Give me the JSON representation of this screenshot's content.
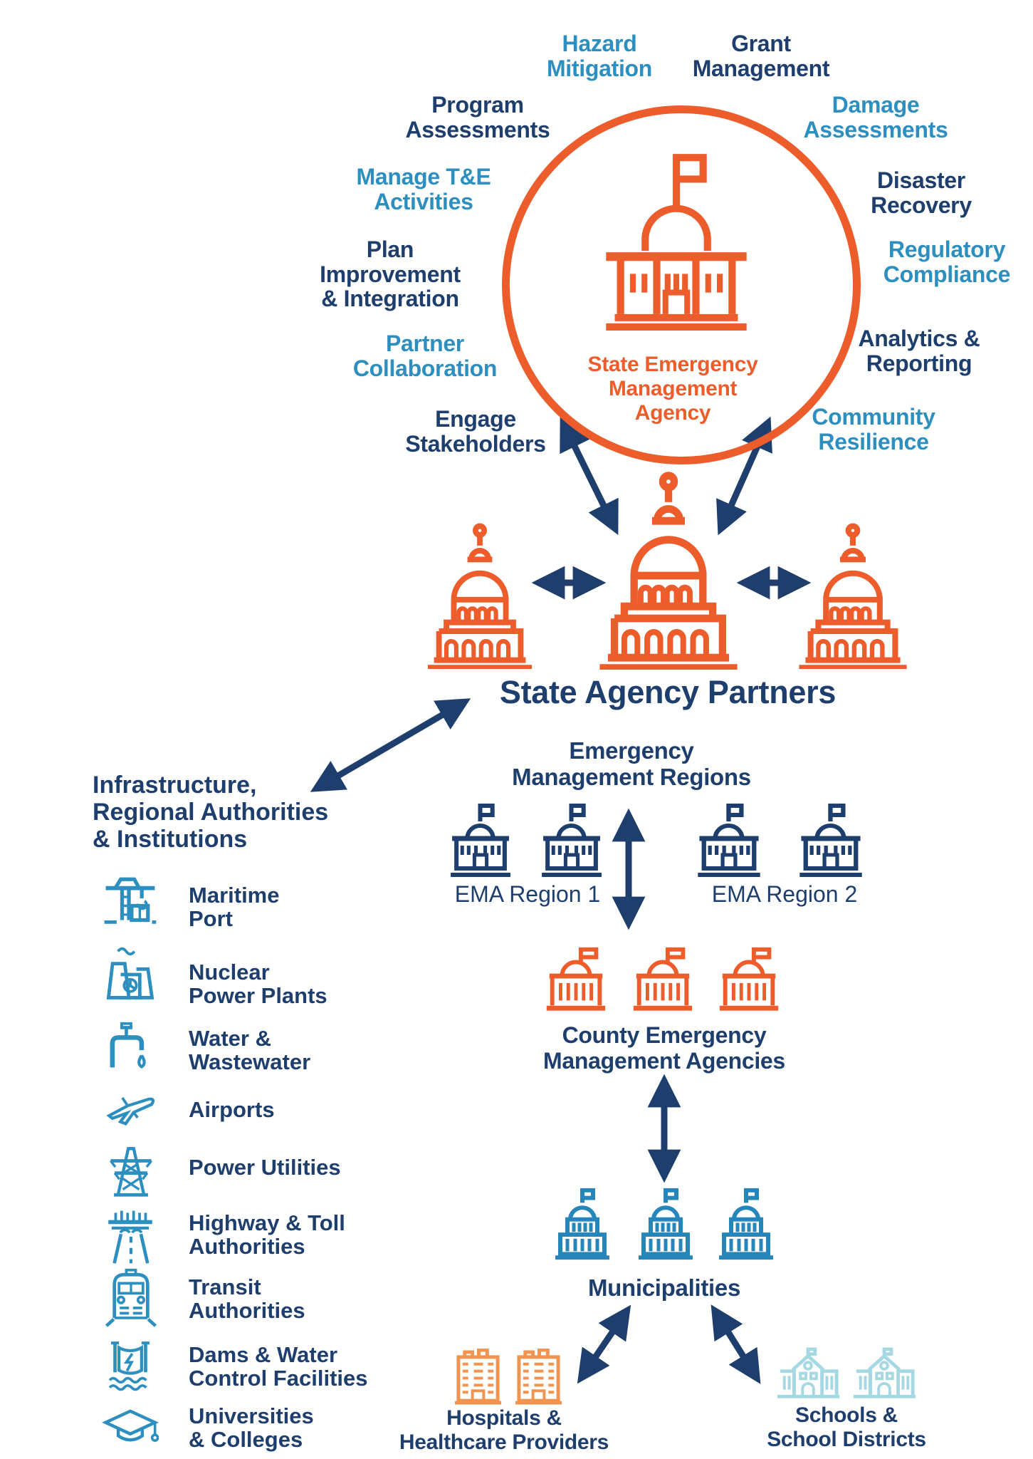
{
  "colors": {
    "orange": "#ED5C2B",
    "navy": "#1E3E6E",
    "blue": "#2D8FBF",
    "municipal_blue": "#2786B9",
    "pale_blue": "#A6D8E4"
  },
  "center": {
    "agency_label": "State Emergency\nManagement\nAgency",
    "icon": "capitol-building-icon"
  },
  "functions": [
    {
      "label": "Program\nAssessments",
      "tone": "navy"
    },
    {
      "label": "Hazard\nMitigation",
      "tone": "blue"
    },
    {
      "label": "Grant\nManagement",
      "tone": "navy"
    },
    {
      "label": "Damage\nAssessments",
      "tone": "blue"
    },
    {
      "label": "Manage T&E\nActivities",
      "tone": "blue"
    },
    {
      "label": "Disaster\nRecovery",
      "tone": "navy"
    },
    {
      "label": "Plan\nImprovement\n& Integration",
      "tone": "navy"
    },
    {
      "label": "Regulatory\nCompliance",
      "tone": "blue"
    },
    {
      "label": "Partner\nCollaboration",
      "tone": "blue"
    },
    {
      "label": "Analytics &\nReporting",
      "tone": "navy"
    },
    {
      "label": "Engage\nStakeholders",
      "tone": "navy"
    },
    {
      "label": "Community\nResilience",
      "tone": "blue"
    }
  ],
  "partners": {
    "title": "State Agency Partners",
    "icon": "capitol-dome-icon"
  },
  "regions": {
    "title": "Emergency\nManagement Regions",
    "region1_label": "EMA Region 1",
    "region2_label": "EMA Region 2",
    "icon": "government-building-icon"
  },
  "county": {
    "label": "County Emergency\nManagement Agencies",
    "icon": "county-capitol-icon"
  },
  "municipalities": {
    "label": "Municipalities",
    "icon": "municipal-building-icon"
  },
  "hospitals": {
    "label": "Hospitals &\nHealthcare Providers",
    "icon": "hospital-building-icon"
  },
  "schools": {
    "label": "Schools &\nSchool Districts",
    "icon": "school-building-icon"
  },
  "infrastructure": {
    "title": "Infrastructure,\nRegional Authorities\n& Institutions",
    "items": [
      {
        "label": "Maritime\nPort",
        "icon": "maritime-port-icon"
      },
      {
        "label": "Nuclear\nPower Plants",
        "icon": "nuclear-plant-icon"
      },
      {
        "label": "Water &\nWastewater",
        "icon": "water-faucet-icon"
      },
      {
        "label": "Airports",
        "icon": "airplane-icon"
      },
      {
        "label": "Power Utilities",
        "icon": "power-tower-icon"
      },
      {
        "label": "Highway & Toll\nAuthorities",
        "icon": "highway-icon"
      },
      {
        "label": "Transit\nAuthorities",
        "icon": "train-icon"
      },
      {
        "label": "Dams & Water\nControl Facilities",
        "icon": "dam-icon"
      },
      {
        "label": "Universities\n& Colleges",
        "icon": "graduation-cap-icon"
      }
    ]
  }
}
